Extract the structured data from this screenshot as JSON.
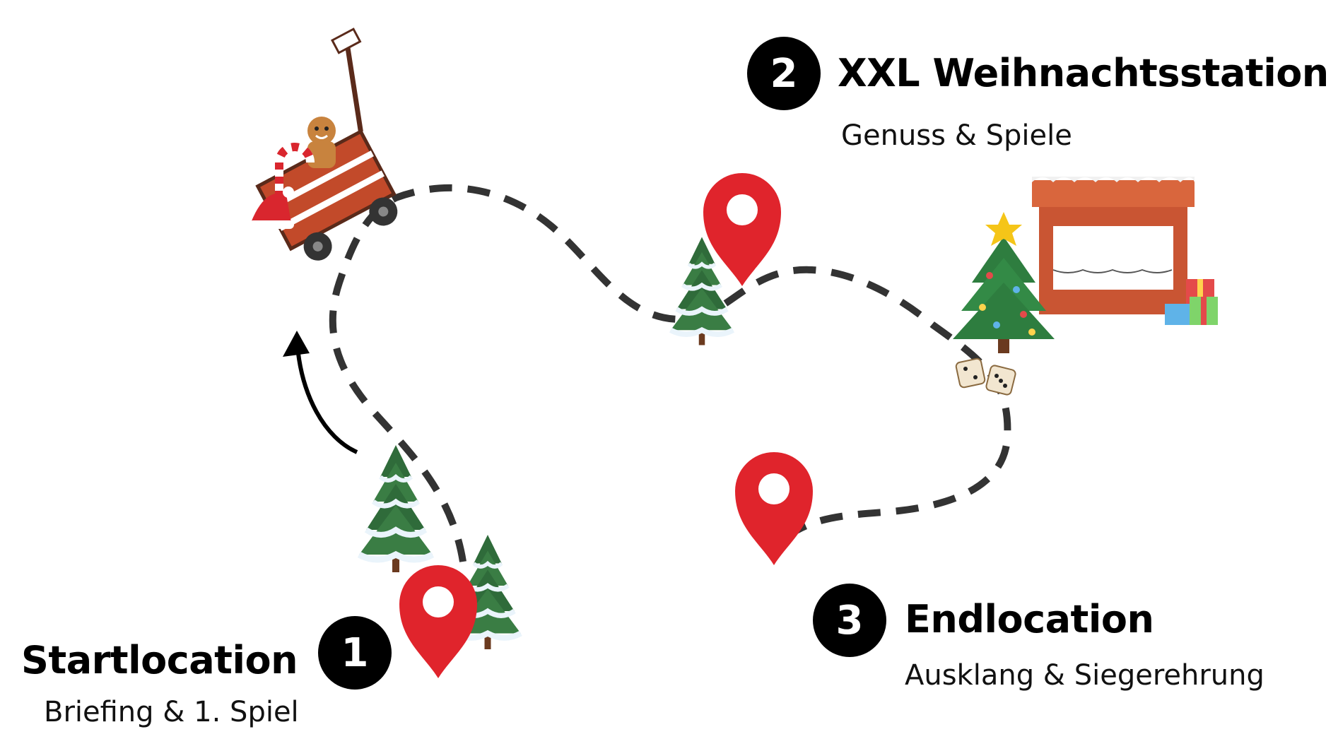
{
  "stations": [
    {
      "number": "1",
      "title": "Startlocation",
      "subtitle": "Briefing & 1. Spiel"
    },
    {
      "number": "2",
      "title": "XXL Weihnachtsstation",
      "subtitle": "Genuss & Spiele"
    },
    {
      "number": "3",
      "title": "Endlocation",
      "subtitle": "Ausklang & Siegerehrung"
    }
  ],
  "colors": {
    "pin": "#e0242c",
    "path": "#333333",
    "badge": "#000000",
    "tree": "#2e7d3f",
    "stall": "#c95533"
  },
  "icons": [
    "location-pin-icon",
    "christmas-tree-icon",
    "snowy-fir-icon",
    "wagon-icon",
    "gingerbread-man-icon",
    "candy-cane-icon",
    "santa-hat-icon",
    "market-stall-icon",
    "gift-icon",
    "dice-icon",
    "curved-arrow-icon"
  ]
}
